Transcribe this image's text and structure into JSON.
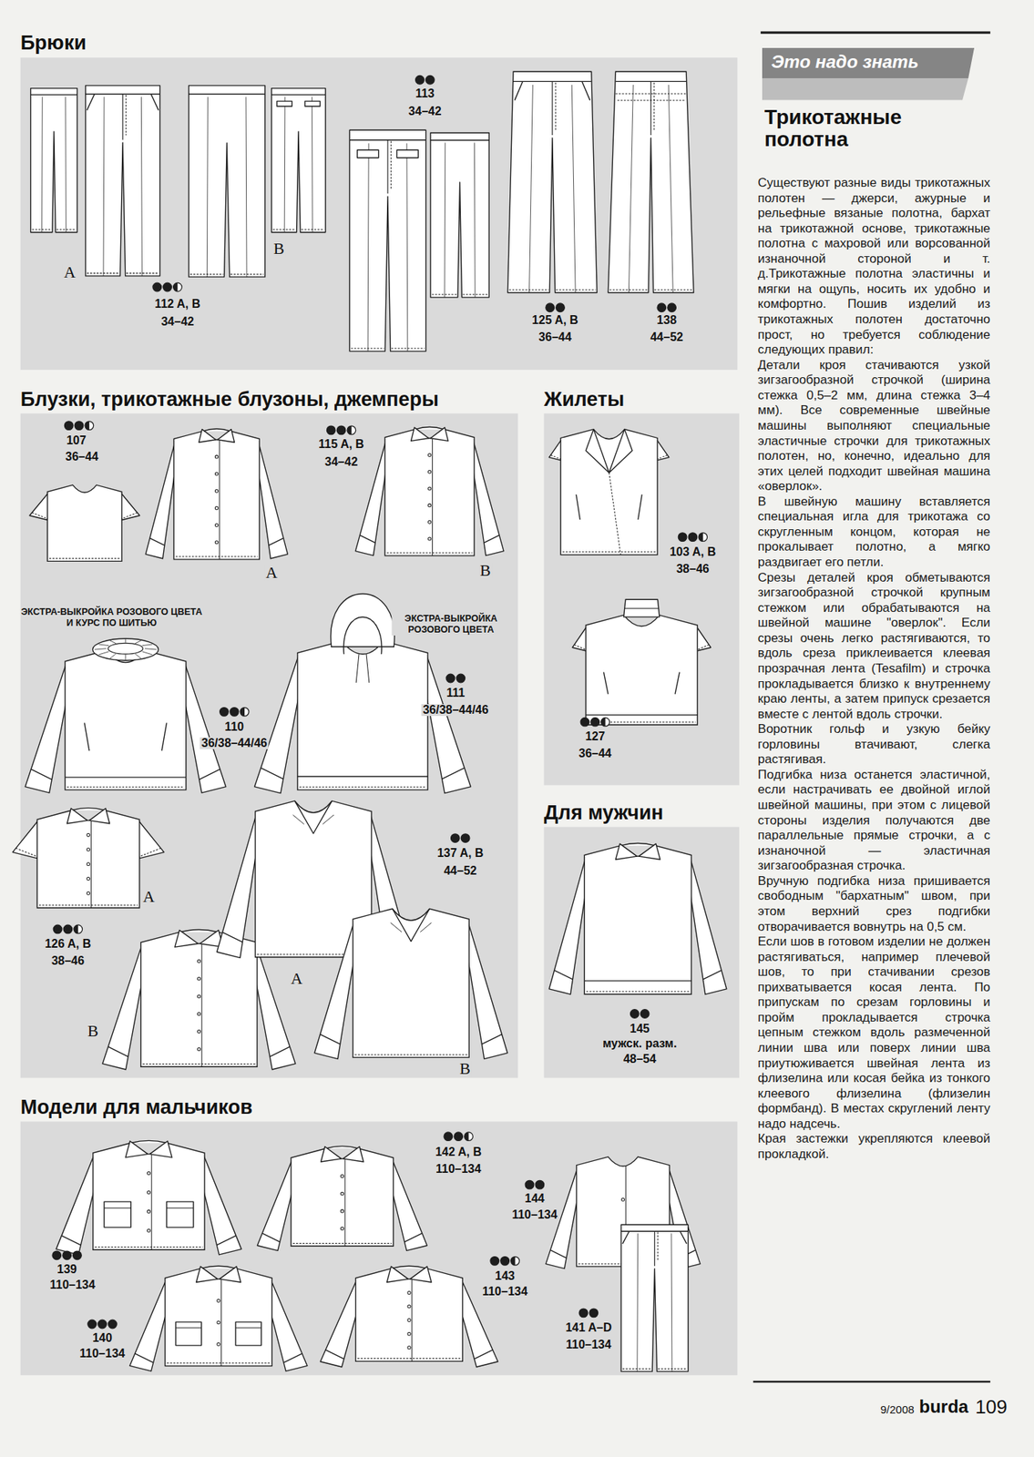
{
  "diagram": {
    "nodes": [
      {
        "text": [
          "Брюки"
        ]
      },
      {
        "text": [
          "Блузки, трикотажные блузоны, джемперы"
        ]
      },
      {
        "text": [
          "Жилеты"
        ]
      },
      {
        "text": [
          "Для мужчин"
        ]
      },
      {
        "text": [
          "Модели для мальчиков"
        ]
      },
      {
        "text": [
          "Это надо знать"
        ]
      }
    ],
    "labels": [
      "A",
      "112 A, B",
      "34–42",
      "B",
      "113",
      "34–42",
      "125 A, B",
      "36–44",
      "138",
      "44–52",
      "107",
      "36–44",
      "115 A, B",
      "34–42",
      "A",
      "B",
      "ЭКСТРА-ВЫКРОЙКА РОЗОВОГО ЦВЕТА И КУРС ПО ШИТЬЮ",
      "ЭКСТРА-ВЫКРОЙКА РОЗОВОГО ЦВЕТА",
      "110",
      "36/38–44/46",
      "111",
      "36/38–44/46",
      "A",
      "126 A, B",
      "38–46",
      "137 A, B",
      "44–52",
      "A",
      "B",
      "B",
      "103 A, B",
      "38–46",
      "127",
      "36–44",
      "145",
      "мужск. разм.",
      "48–54",
      "142 A, B",
      "110–134",
      "144",
      "110–134",
      "139",
      "110–134",
      "143",
      "110–134",
      "141 A–D",
      "110–134",
      "140",
      "110–134",
      "Трикотажные полотна",
      "Существуют разные виды трикотажных полотен — джерси, ажурные и рельефные вязаные полотна, бархат на трикотажной основе, трикотажные полотна с махровой или ворсованной изнаночной стороной и т. д.Трикотажные полотна эластичны и мягки на ощупь, носить их удобно и комфортно. Пошив изделий из трикотажных полотен достаточно прост, но требуется соблюдение следующих правил:",
      "Детали кроя стачиваются узкой зигзагообразной строчкой (ширина стежка 0,5–2 мм, длина стежка 3–4 мм). Все современные швейные машины выполняют специальные эластичные строчки для трикотажных полотен, но, конечно, идеально для этих целей подходит швейная машина «оверлок».",
      "В швейную машину вставляется специальная игла для трикотажа со скругленным концом, которая не прокалывает полотно, а мягко раздвигает его петли.",
      "Срезы деталей кроя обметываются зигзагообразной строчкой крупным стежком или обрабатываются на швейной машине \"оверлок\". Если срезы очень легко растягиваются, то вдоль среза приклеивается клеевая прозрачная лента (Tesafilm) и строчка прокладывается близко к внутреннему краю ленты, а затем припуск срезается вместе с лентой вдоль строчки.",
      "Воротник гольф и узкую бейку горловины втачивают, слегка растягивая.",
      "Подгибка низа останется эластичной, если настрачивать ее двойной иглой швейной машины, при этом с лицевой стороны изделия получаются две параллельные прямые строчки, а с изнаночной — эластичная зигзагообразная строчка.",
      "Вручную подгибка низа пришивается свободным \"бархатным\" швом, при этом верхний срез подгибки отворачивается вовнутрь на 0,5 см.",
      "Если шов в готовом изделии не должен растягиваться, например плечевой шов, то при стачивании срезов прихватывается косая лента. По припускам по срезам горловины и пройм прокладывается строчка цепным стежком вдоль размеченной линии шва или поверх линии шва приутюживается швейная лента из флизелина или косая бейка из тонкого клеевого флизелина (флизелин формбанд). В местах скруглений ленту надо надсечь.",
      "Края застежки укрепляются клеевой прокладкой.",
      "9/2008",
      "burda",
      "109"
    ]
  }
}
